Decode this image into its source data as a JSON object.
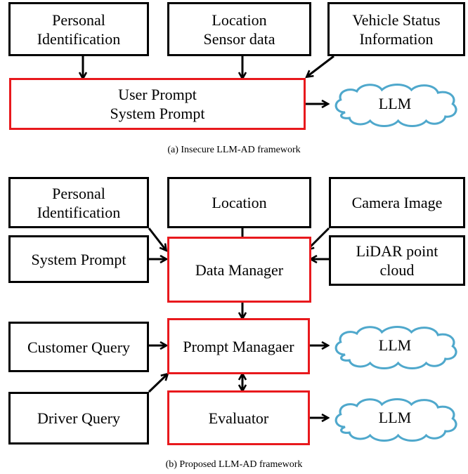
{
  "diagram_a": {
    "inputs": {
      "personal_id": "Personal\nIdentification",
      "location": "Location\nSensor data",
      "vehicle_status": "Vehicle Status\nInformation"
    },
    "prompt_box": "User Prompt\nSystem Prompt",
    "llm": "LLM",
    "caption": "(a) Insecure LLM-AD framework"
  },
  "diagram_b": {
    "personal_id": "Personal\nIdentification",
    "location": "Location",
    "camera_image": "Camera Image",
    "system_prompt": "System Prompt",
    "data_manager": "Data Manager",
    "lidar": "LiDAR point\ncloud",
    "customer_query": "Customer Query",
    "prompt_manager": "Prompt Managaer",
    "driver_query": "Driver Query",
    "evaluator": "Evaluator",
    "llm_top": "LLM",
    "llm_bottom": "LLM",
    "caption": "(b) Proposed LLM-AD framework"
  },
  "colors": {
    "secure_border": "#e8191d",
    "cloud_stroke": "#4fa8cc",
    "line": "#000000"
  }
}
